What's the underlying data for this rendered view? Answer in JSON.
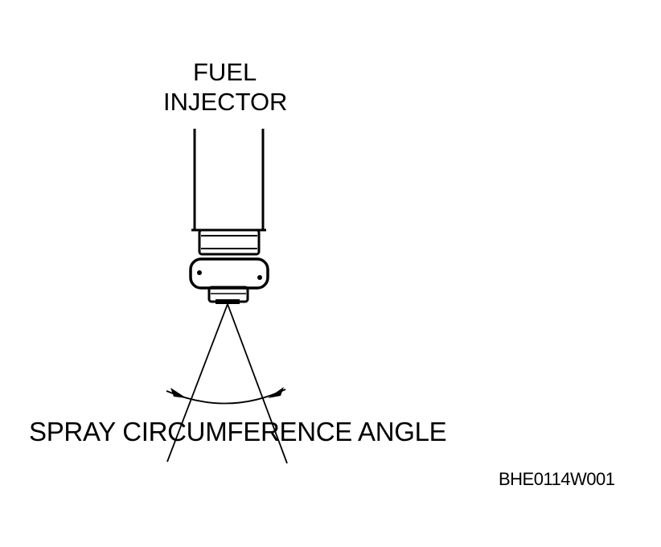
{
  "diagram": {
    "title_line1": "FUEL",
    "title_line2": "INJECTOR",
    "angle_label": "SPRAY CIRCUMFERENCE ANGLE",
    "figure_code": "BHE0114W001"
  },
  "colors": {
    "ink": "#000000",
    "background": "#ffffff"
  }
}
